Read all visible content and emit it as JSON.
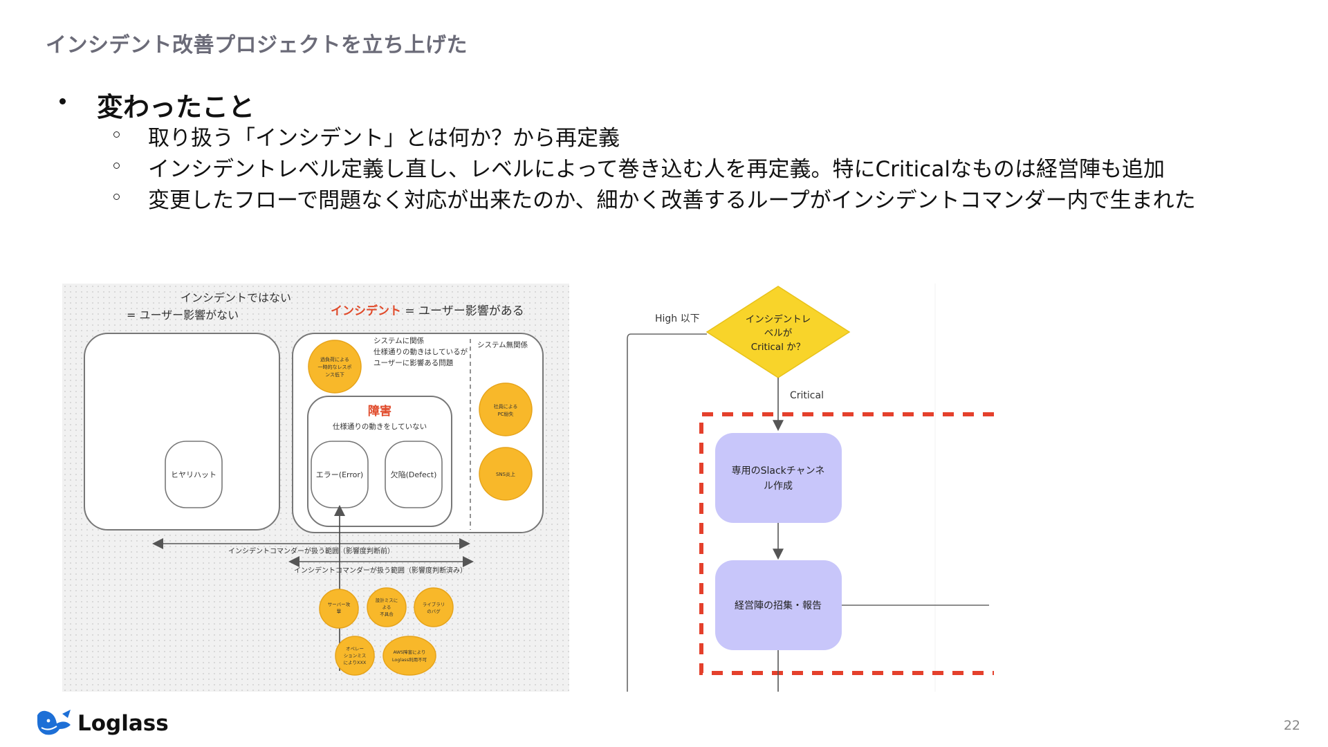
{
  "slide": {
    "title": "インシデント改善プロジェクトを立ち上げた",
    "page_number": "22"
  },
  "bullets": {
    "heading": "変わったこと",
    "items": [
      "取り扱う「インシデント」とは何か？から再定義",
      "インシデントレベル定義し直し、レベルによって巻き込む人を再定義。特にCriticalなものは経営陣も追加",
      "変更したフローで問題なく対応が出来たのか、細かく改善するループがインシデントコマンダー内で生まれた"
    ]
  },
  "left_figure": {
    "not_incident_line1": "インシデントではない",
    "not_incident_line2": "= ユーザー影響がない",
    "incident_word": "インシデント",
    "incident_rest": " = ユーザー影響がある",
    "system_related_line1": "システムに関係",
    "system_related_line2": "仕様通りの動きはしているが",
    "system_related_line3": "ユーザーに影響ある問題",
    "system_unrelated": "システム無関係",
    "near_miss": "ヒヤリハット",
    "outage_title": "障害",
    "outage_sub": "仕様通りの動きをしていない",
    "error_label": "エラー(Error)",
    "defect_label": "欠陥(Defect)",
    "range_before": "インシデントコマンダーが扱う範囲（影響度判断前）",
    "range_after": "インシデントコマンダーが扱う範囲（影響度判断済み）",
    "circle_overload": [
      "過負荷による",
      "一時的なレスポ",
      "ンス低下"
    ],
    "circle_pc_loss": [
      "社員による",
      "PC紛失"
    ],
    "circle_sns": [
      "SNS炎上"
    ],
    "circle_server_attack": [
      "サーバー攻",
      "撃"
    ],
    "circle_design_miss": [
      "設計ミスに",
      "よる",
      "不具合"
    ],
    "circle_library_bug": [
      "ライブラリ",
      "のバグ"
    ],
    "circle_operation_miss": [
      "オペレー",
      "ションミス",
      "によりXXX"
    ],
    "circle_aws": [
      "AWS障害により",
      "Loglass利用不可"
    ]
  },
  "right_figure": {
    "high_label": "High 以下",
    "diamond_lines": [
      "インシデントレ",
      "ベルが",
      "Critical か？"
    ],
    "critical_label": "Critical",
    "box1_lines": [
      "専用のSlackチャンネ",
      "ル作成"
    ],
    "box2_lines": [
      "経営陣の招集・報告"
    ]
  },
  "logo": {
    "text": "Loglass"
  },
  "colors": {
    "title_gray": "#6b6b78",
    "orange_circle": "#f8b82a",
    "incident_red": "#e04a2a",
    "diamond_yellow": "#f8d42a",
    "box_lavender": "#c8c6fa",
    "dash_red": "#e4402c",
    "logo_blue": "#1d6fd6"
  }
}
